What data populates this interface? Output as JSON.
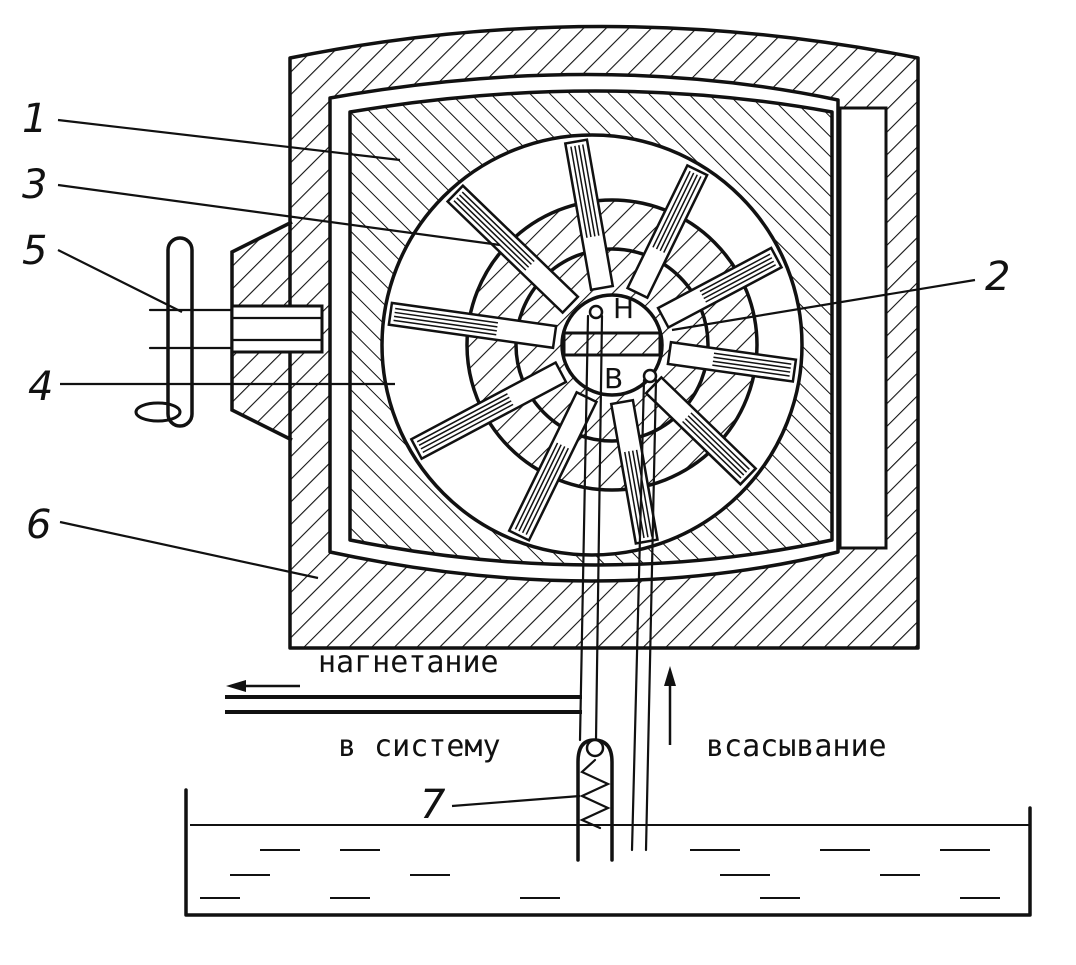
{
  "labels": {
    "l1": "1",
    "l2": "2",
    "l3": "3",
    "l4": "4",
    "l5": "5",
    "l6": "6",
    "l7": "7"
  },
  "ports": {
    "pressure": "Н",
    "suction": "В"
  },
  "captions": {
    "discharge": "нагнетание",
    "to_system": "в систему",
    "suction": "всасывание"
  }
}
